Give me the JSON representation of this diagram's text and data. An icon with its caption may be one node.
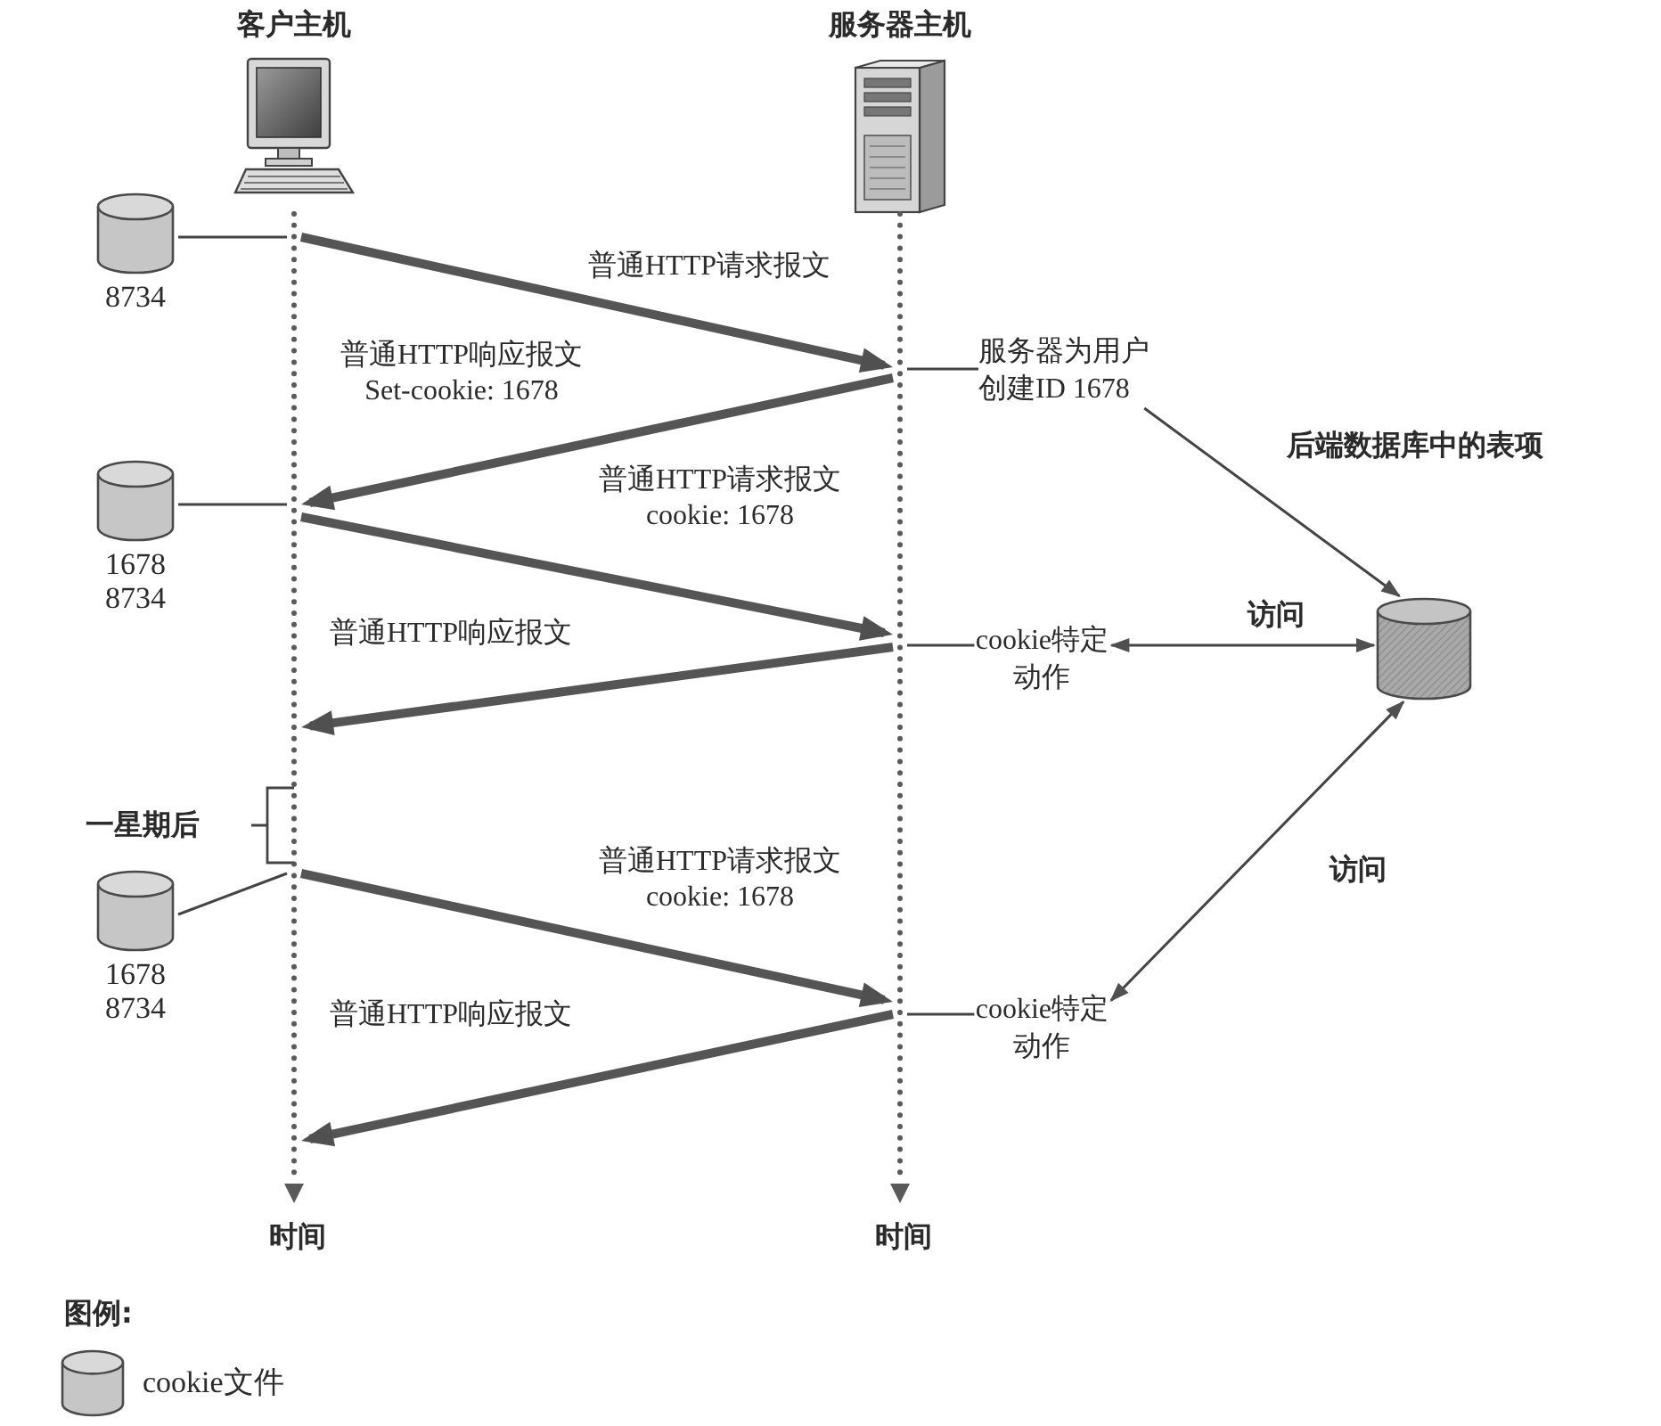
{
  "diagram": {
    "nodes": [
      {
        "text": [
          "客户主机"
        ],
        "beside": [
          "时间"
        ]
      },
      {
        "text": [
          "服务器主机"
        ],
        "beside": [
          "时间"
        ]
      },
      {
        "text": [
          "8734"
        ]
      },
      {
        "text": [
          "1678",
          "8734"
        ]
      },
      {
        "text": [
          "1678",
          "8734"
        ]
      },
      {
        "text": [
          "服务器为用户创建ID 1678"
        ]
      },
      {
        "text": [
          "cookie特定动作"
        ]
      },
      {
        "text": [],
        "shape": "cylinder"
      },
      {
        "text": [
          "cookie特定动作"
        ]
      }
    ],
    "edges": [
      {
        "from": 0,
        "to": 1,
        "arrow": "to",
        "label": "普通HTTP请求报文",
        "style": "thick"
      },
      {
        "from": 1,
        "to": 0,
        "arrow": "to",
        "label": "普通HTTP响应报文 Set-cookie: 1678",
        "style": "thick"
      },
      {
        "from": 0,
        "to": 1,
        "arrow": "to",
        "label": "普通HTTP请求报文 cookie: 1678",
        "style": "thick"
      },
      {
        "from": 1,
        "to": 0,
        "arrow": "to",
        "label": "普通HTTP响应报文",
        "style": "thick"
      },
      {
        "from": 0,
        "to": 1,
        "arrow": "to",
        "label": "普通HTTP请求报文 cookie: 1678",
        "style": "thick"
      },
      {
        "from": 1,
        "to": 0,
        "arrow": "to",
        "label": "普通HTTP响应报文",
        "style": "thick"
      },
      {
        "from": 2,
        "to": 0,
        "arrow": "none"
      },
      {
        "from": 3,
        "to": 0,
        "arrow": "none"
      },
      {
        "from": 4,
        "to": 0,
        "arrow": "none"
      },
      {
        "from": 1,
        "to": 5,
        "arrow": "none"
      },
      {
        "from": 1,
        "to": 6,
        "arrow": "none"
      },
      {
        "from": 1,
        "to": 8,
        "arrow": "none"
      },
      {
        "from": 5,
        "to": 7,
        "arrow": "to",
        "label": "后端数据库中的表项"
      },
      {
        "from": 6,
        "to": 7,
        "arrow": "both",
        "label": "访问"
      },
      {
        "from": 8,
        "to": 7,
        "arrow": "both",
        "label": "访问"
      }
    ],
    "labels": [
      "一星期后",
      "图例:"
    ],
    "legend": [
      {
        "text": "cookie文件"
      }
    ]
  }
}
